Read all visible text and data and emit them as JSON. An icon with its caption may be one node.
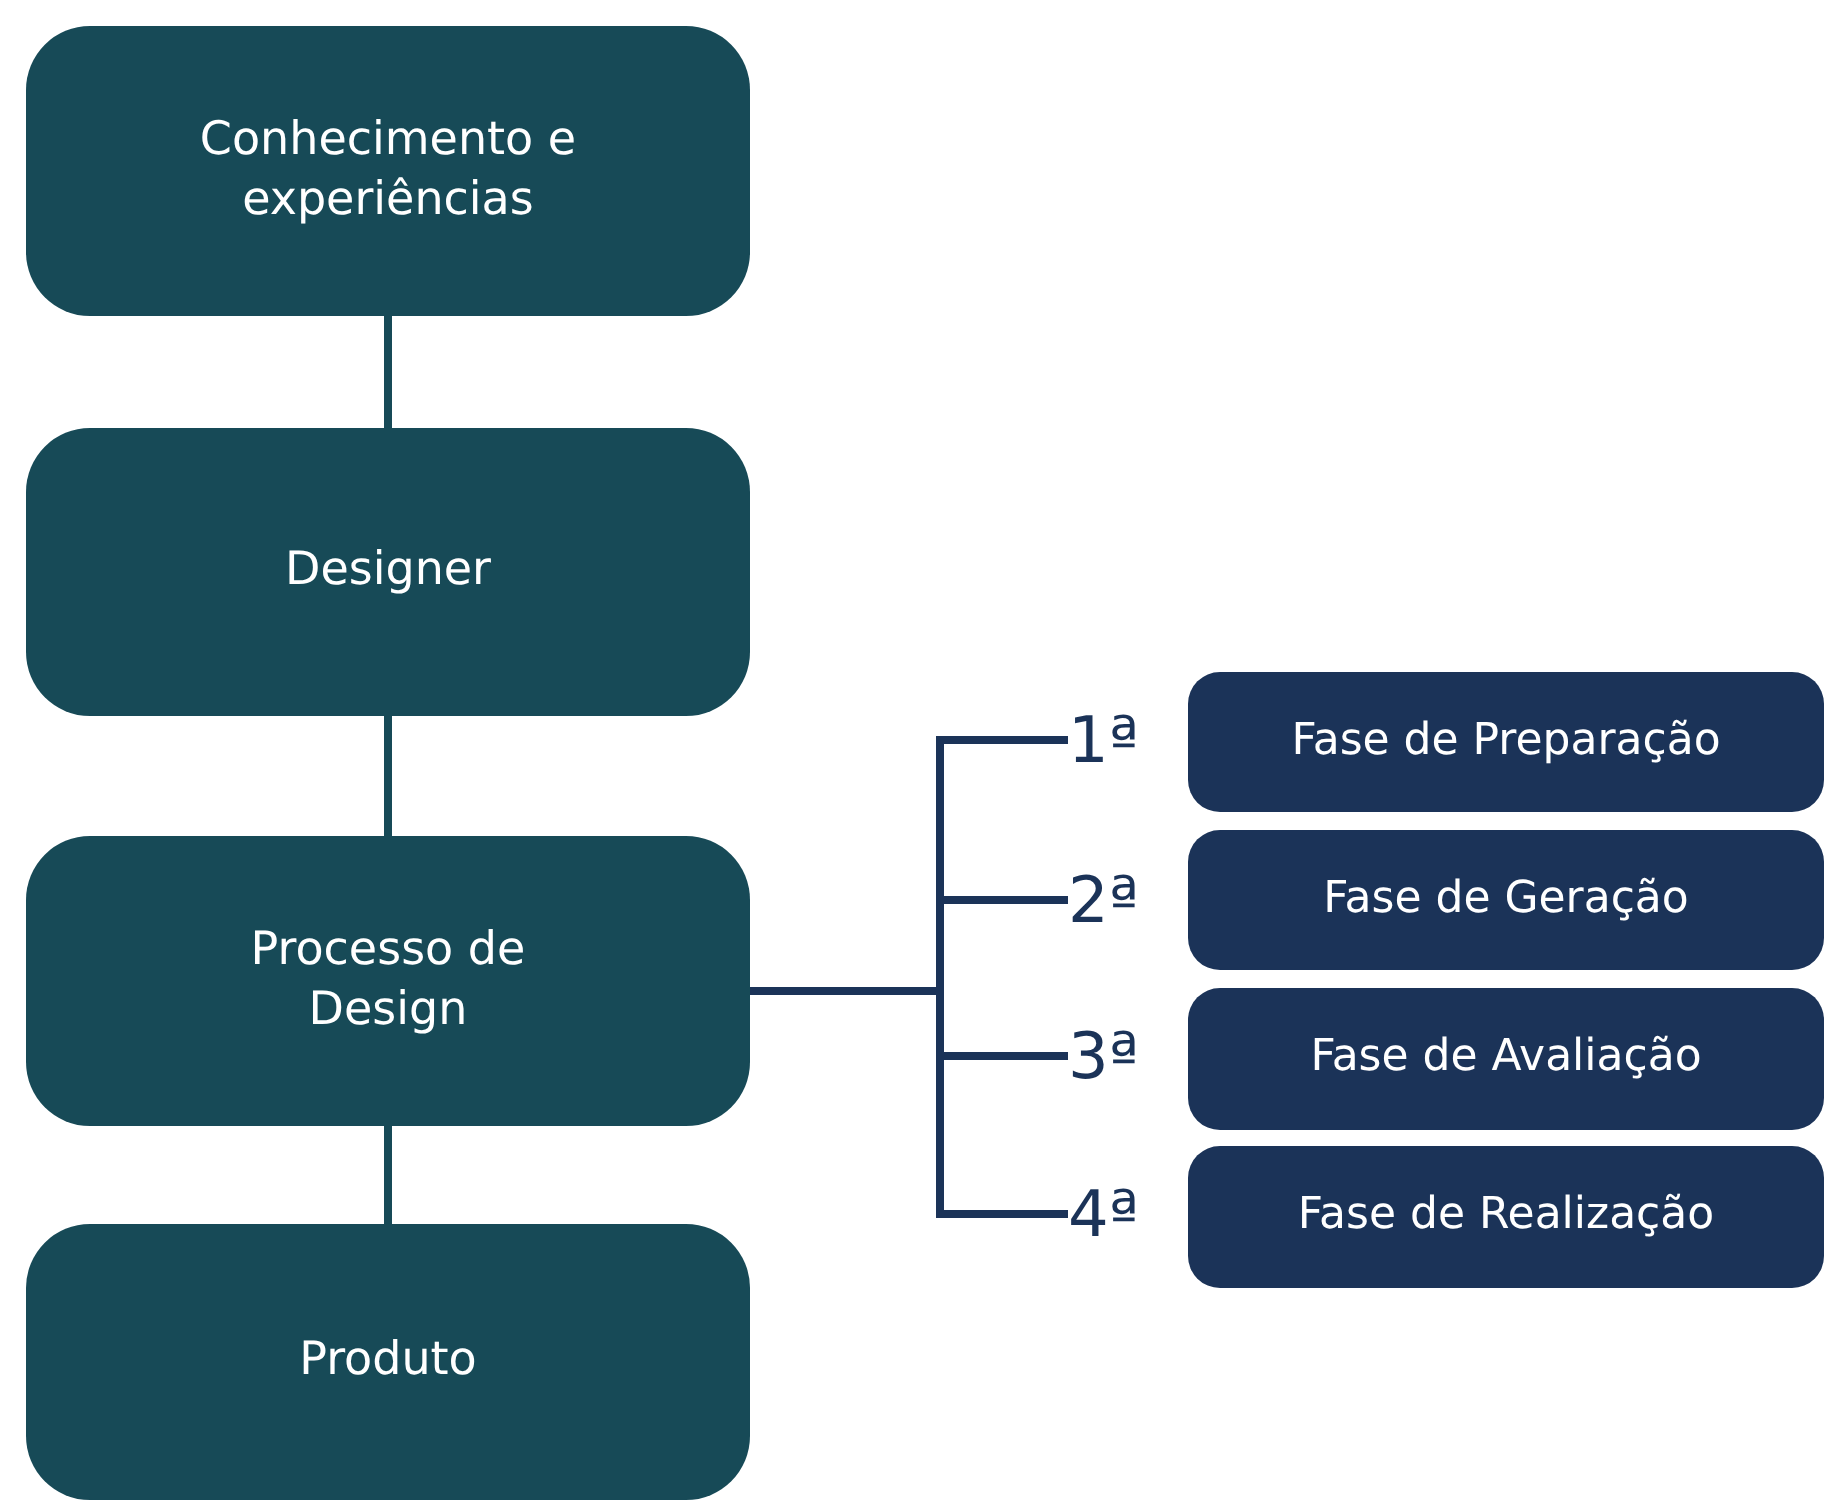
{
  "diagram": {
    "nodes": [
      {
        "text": [
          "Conhecimento e experiências"
        ]
      },
      {
        "text": [
          "Designer"
        ]
      },
      {
        "text": [
          "Processo de Design"
        ]
      },
      {
        "text": [
          "Produto"
        ]
      },
      {
        "text": [
          "1ª"
        ]
      },
      {
        "text": [
          "2ª"
        ]
      },
      {
        "text": [
          "3ª"
        ]
      },
      {
        "text": [
          "4ª"
        ]
      },
      {
        "text": [
          "Fase de Preparação"
        ]
      },
      {
        "text": [
          "Fase de Geração"
        ]
      },
      {
        "text": [
          "Fase de Avaliação"
        ]
      },
      {
        "text": [
          "Fase de Realização"
        ]
      }
    ],
    "edges": [
      {
        "from": 0,
        "to": 1,
        "arrow": "none",
        "color": "#174a57"
      },
      {
        "from": 1,
        "to": 2,
        "arrow": "none",
        "color": "#174a57"
      },
      {
        "from": 2,
        "to": 3,
        "arrow": "none",
        "color": "#174a57"
      },
      {
        "from": 2,
        "to": 4,
        "arrow": "none"
      },
      {
        "from": 2,
        "to": 5,
        "arrow": "none"
      },
      {
        "from": 2,
        "to": 6,
        "arrow": "none"
      },
      {
        "from": 2,
        "to": 7,
        "arrow": "none"
      }
    ]
  }
}
